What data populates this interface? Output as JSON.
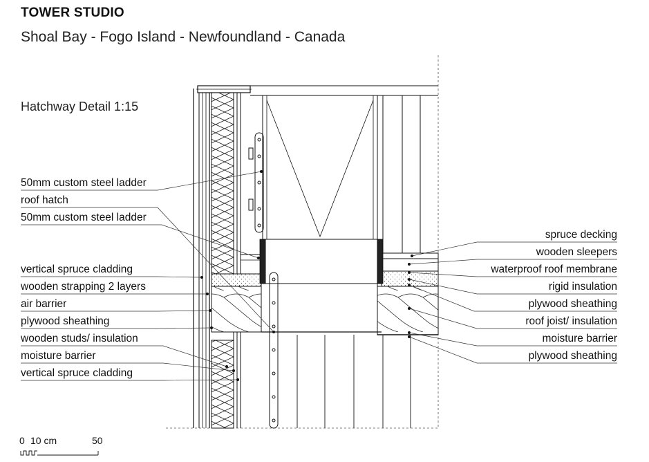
{
  "header": {
    "title": "TOWER STUDIO",
    "subtitle": "Shoal Bay - Fogo Island - Newfoundland - Canada",
    "detail_title": "Hatchway Detail 1:15"
  },
  "labels_left": [
    "50mm custom steel ladder",
    "roof hatch",
    "50mm custom steel ladder",
    "vertical spruce cladding",
    "wooden strapping 2 layers",
    "air barrier",
    "plywood sheathing",
    "wooden studs/ insulation",
    "moisture barrier",
    "vertical spruce cladding"
  ],
  "labels_right": [
    "spruce decking",
    "wooden sleepers",
    "waterproof roof membrane",
    "rigid insulation",
    "plywood sheathing",
    "roof joist/ insulation",
    "moisture barrier",
    "plywood sheathing"
  ],
  "scale_bar": {
    "zero": "0",
    "ten": "10 cm",
    "fifty": "50"
  }
}
